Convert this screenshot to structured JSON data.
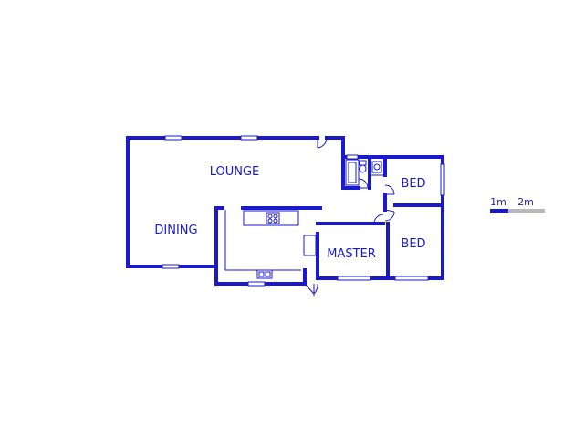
{
  "rooms": {
    "lounge": "LOUNGE",
    "dining": "DINING",
    "master": "MASTER",
    "bed1": "BED",
    "bed2": "BED"
  },
  "scale": {
    "label_1m": "1m",
    "label_2m": "2m"
  },
  "colors": {
    "wall": "#1a1acc",
    "scale_secondary": "#b8b8b8"
  }
}
